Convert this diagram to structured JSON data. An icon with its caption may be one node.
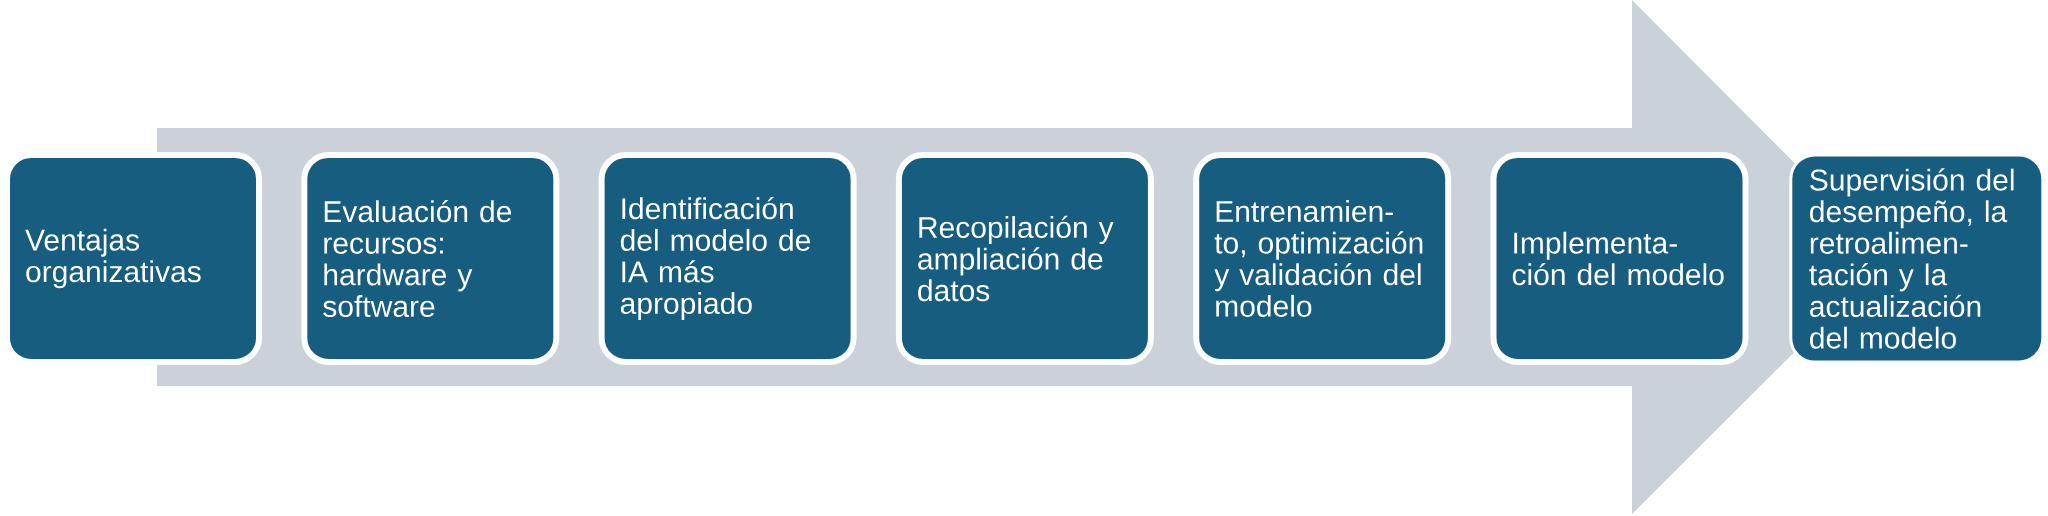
{
  "diagram": {
    "nodes": [
      {
        "text": [
          "Ventajas organizativas"
        ]
      },
      {
        "text": [
          "Evaluación de recursos: hardware y software"
        ]
      },
      {
        "text": [
          "Identificación del modelo de IA más apropiado"
        ]
      },
      {
        "text": [
          "Recopilación y ampliación de datos"
        ]
      },
      {
        "text": [
          "Entrenamien- to, optimización y validación del modelo"
        ]
      },
      {
        "text": [
          "Implementa- ción del modelo"
        ]
      },
      {
        "text": [
          "Supervisión del desempeño, la retroalimen- tación y la actualización del modelo"
        ]
      }
    ]
  }
}
